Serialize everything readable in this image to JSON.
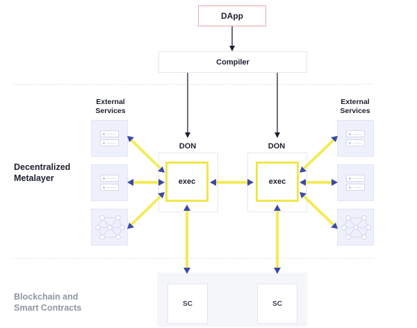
{
  "dapp": {
    "label": "DApp"
  },
  "compiler": {
    "label": "Compiler"
  },
  "layers": {
    "metalayer": {
      "line1": "Decentralized",
      "line2": "Metalayer"
    },
    "blockchain": {
      "line1": "Blockchain and",
      "line2": "Smart Contracts"
    }
  },
  "external_services": {
    "line1": "External",
    "line2": "Services"
  },
  "dons": [
    {
      "label": "DON",
      "exec_label": "exec"
    },
    {
      "label": "DON",
      "exec_label": "exec"
    }
  ],
  "smart_contracts": [
    {
      "label": "SC"
    },
    {
      "label": "SC"
    }
  ],
  "colors": {
    "dapp_border": "#e8a3a8",
    "exec_border": "#efe74a",
    "arrow_fill": "#f3eb58",
    "arrow_head": "#3b4aa6",
    "compile_arrow": "#1b1f2e",
    "service_tile": "#eef0fb"
  }
}
